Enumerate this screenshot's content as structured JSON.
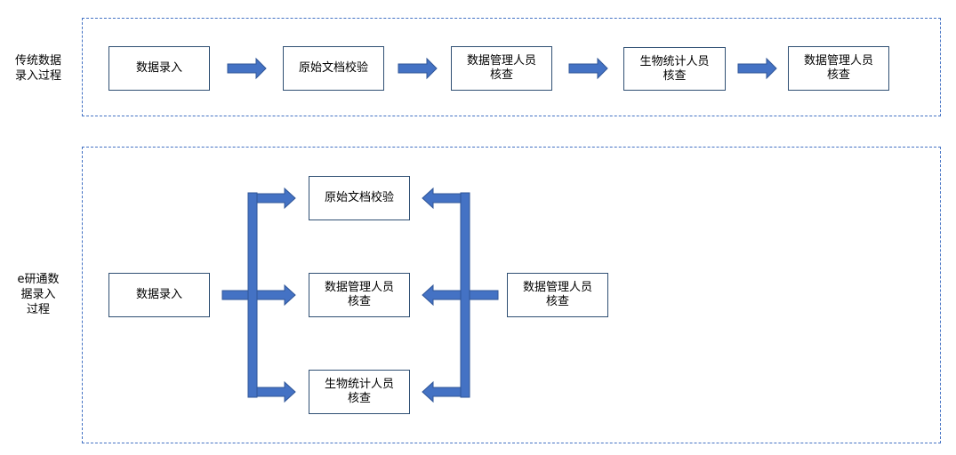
{
  "colors": {
    "accent": "#4472c4",
    "box_border": "#2f4f73",
    "frame_border": "#4472c4"
  },
  "traditional": {
    "label_line1": "传统数据",
    "label_line2": "录入过程",
    "steps": [
      {
        "line1": "数据录入",
        "line2": ""
      },
      {
        "line1": "原始文档校验",
        "line2": ""
      },
      {
        "line1": "数据管理人员",
        "line2": "核查"
      },
      {
        "line1": "生物统计人员",
        "line2": "核查"
      },
      {
        "line1": "数据管理人员",
        "line2": "核查"
      }
    ]
  },
  "eyantong": {
    "label_line1": "e研通数",
    "label_line2": "据录入",
    "label_line3": "过程",
    "input": {
      "line1": "数据录入",
      "line2": ""
    },
    "checks": [
      {
        "line1": "原始文档校验",
        "line2": ""
      },
      {
        "line1": "数据管理人员",
        "line2": "核查"
      },
      {
        "line1": "生物统计人员",
        "line2": "核查"
      }
    ],
    "reviewer": {
      "line1": "数据管理人员",
      "line2": "核查"
    }
  }
}
